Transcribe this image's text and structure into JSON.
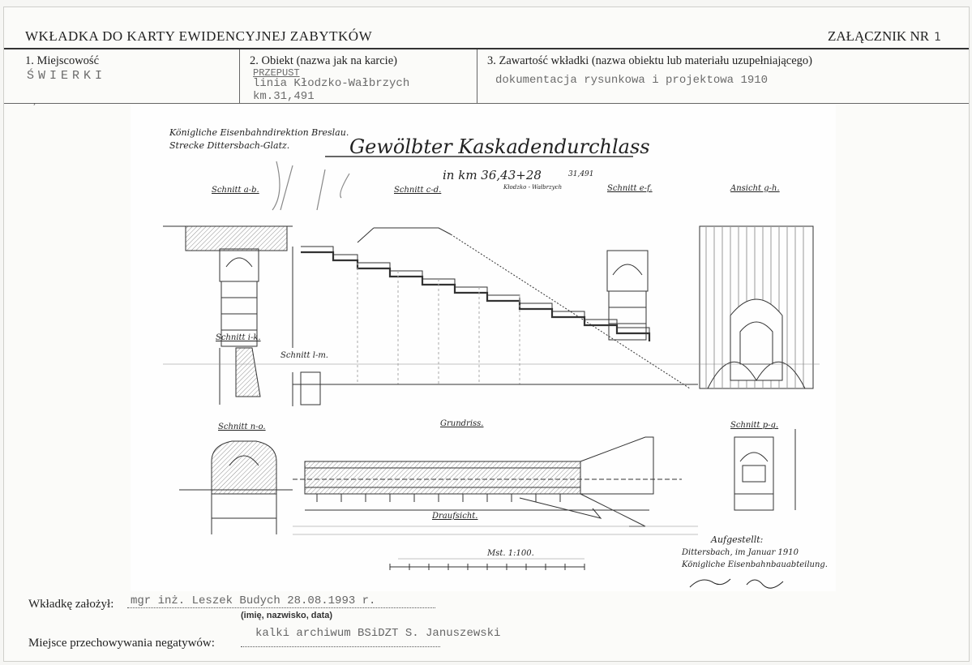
{
  "header": {
    "title": "WKŁADKA DO KARTY EWIDENCYJNEJ ZABYTKÓW",
    "annex_label": "ZAŁĄCZNIK NR",
    "annex_number": "1"
  },
  "fields": {
    "f1": {
      "label": "1.  Miejscowość",
      "value": "ŚWIERKI"
    },
    "f2": {
      "label": "2.  Obiekt (nazwa jak na karcie)",
      "value_line1": "PRZEPUST",
      "value_line2": "linia Kłodzko-Wałbrzych km.31,491"
    },
    "f3": {
      "label": "3.  Zawartość wkładki (nazwa obiektu lub materiału uzupełniającego)",
      "value": "dokumentacja rysunkowa i projektowa 1910"
    }
  },
  "drawing": {
    "header_line1": "Königliche Eisenbahndirektion Breslau.",
    "header_line2": "Strecke Dittersbach-Glatz.",
    "title": "Gewölbter Kaskadendurchlass",
    "km_label": "in km 36,43+28",
    "km_note": "31,491",
    "km_note2": "Kłodzko - Wałbrzych",
    "sections": {
      "ab": "Schnitt a-b.",
      "cd": "Schnitt c-d.",
      "ef": "Schnitt e-f.",
      "gh": "Ansicht g-h.",
      "ik": "Schnitt i-k.",
      "lm": "Schnitt l-m.",
      "no": "Schnitt n-o.",
      "grundriss": "Grundriss.",
      "draufsicht": "Draufsicht.",
      "pq": "Schnitt p-q."
    },
    "scale": "Mst. 1:100.",
    "made1": "Aufgestellt:",
    "made2": "Dittersbach, im Januar 1910",
    "made3": "Königliche Eisenbahnbauabteilung."
  },
  "footer": {
    "author_label": "Wkładkę założył:",
    "author_value": "mgr inż. Leszek Budych  28.08.1993 r.",
    "author_hint": "(imię, nazwisko, data)",
    "negatives_label": "Miejsce przechowywania negatywów:",
    "negatives_value": "kalki archiwum BSiDZT S. Januszewski"
  }
}
